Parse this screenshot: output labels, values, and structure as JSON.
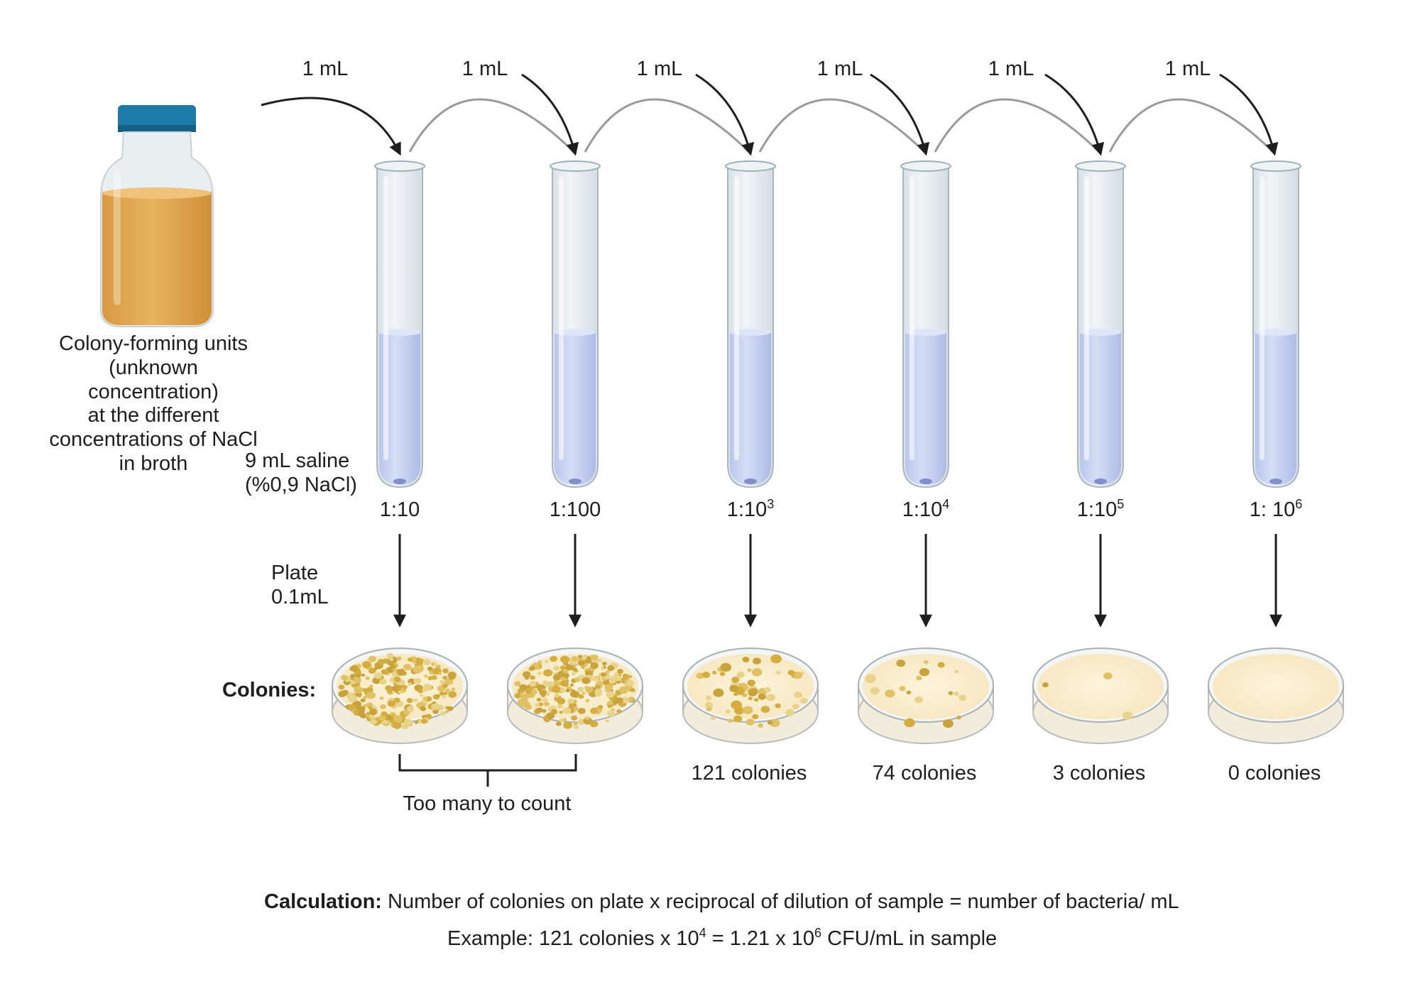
{
  "transfers": [
    "1 mL",
    "1 mL",
    "1 mL",
    "1 mL",
    "1 mL",
    "1 mL"
  ],
  "bottle": {
    "label": "Colony-forming units (unknown concentration) at the different concentrations of NaCl in broth",
    "lines": [
      "Colony-forming units",
      "(unknown",
      "concentration)",
      "at the different",
      "concentrations of NaCl",
      "in broth"
    ],
    "liquid_color": "#e3a84f",
    "cap_color": "#1e7aa6"
  },
  "saline": {
    "line1": "9 mL saline",
    "line2": "(%0,9 NaCl)"
  },
  "tubes": [
    {
      "base": "1:10",
      "exp": ""
    },
    {
      "base": "1:100",
      "exp": ""
    },
    {
      "base": "1:10",
      "exp": "3"
    },
    {
      "base": "1:10",
      "exp": "4"
    },
    {
      "base": "1:10",
      "exp": "5"
    },
    {
      "base": "1: 10",
      "exp": "6"
    }
  ],
  "plate_instruction": {
    "line1": "Plate",
    "line2": "0.1mL"
  },
  "colonies_label": "Colonies:",
  "plates": [
    {
      "colonies": "too-many",
      "count_label": ""
    },
    {
      "colonies": "too-many",
      "count_label": ""
    },
    {
      "colonies": 121,
      "count_label": "121 colonies"
    },
    {
      "colonies": 74,
      "count_label": "74 colonies"
    },
    {
      "colonies": 3,
      "count_label": "3 colonies"
    },
    {
      "colonies": 0,
      "count_label": "0 colonies"
    }
  ],
  "too_many_label": "Too many to count",
  "calculation": {
    "label": "Calculation:",
    "text": "Number of colonies on plate x reciprocal of dilution of sample = number of bacteria/ mL"
  },
  "example": {
    "prefix": "Example: 121 colonies x 10",
    "exp1": "4",
    "middle": " = 1.21 x 10",
    "exp2": "6",
    "suffix": " CFU/mL in sample"
  },
  "colors": {
    "saline_liquid": "#c9d3ef",
    "tube_glass": "#e6edf0",
    "agar": "#fbf0d2",
    "colony": "#d9b44a"
  }
}
